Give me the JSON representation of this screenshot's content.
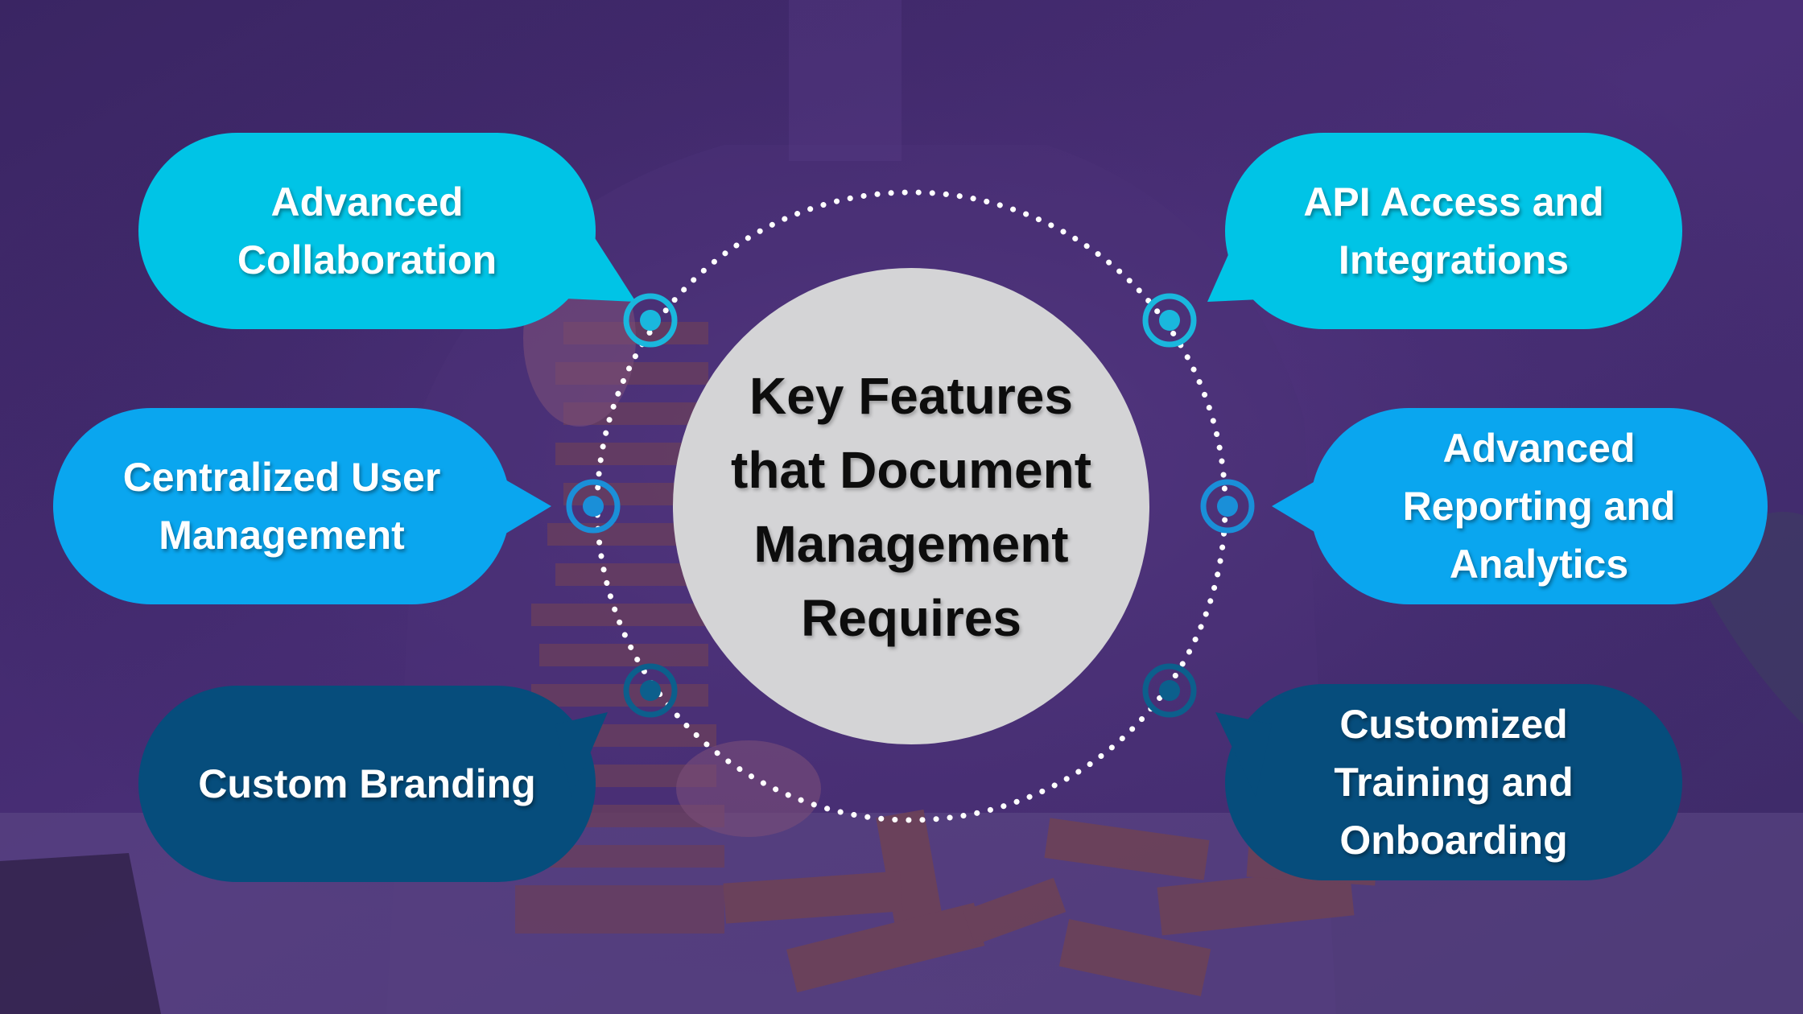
{
  "diagram": {
    "center": {
      "label": "Key Features\nthat Document\nManagement\nRequires"
    },
    "features": [
      {
        "id": "advanced-collaboration",
        "label": "Advanced\nCollaboration",
        "color": "#00c4e6"
      },
      {
        "id": "api-access",
        "label": "API Access and\nIntegrations",
        "color": "#00c4e6"
      },
      {
        "id": "centralized-user-management",
        "label": "Centralized User\nManagement",
        "color": "#0aa6ef"
      },
      {
        "id": "advanced-reporting",
        "label": "Advanced\nReporting and\nAnalytics",
        "color": "#0aa6ef"
      },
      {
        "id": "custom-branding",
        "label": "Custom Branding",
        "color": "#064d7c"
      },
      {
        "id": "customized-training",
        "label": "Customized\nTraining and\nOnboarding",
        "color": "#064d7c"
      }
    ],
    "colors": {
      "background_overlay": "#3b2a66",
      "center_circle": "#d4d4d6",
      "dotted_ring": "#ffffff"
    }
  }
}
